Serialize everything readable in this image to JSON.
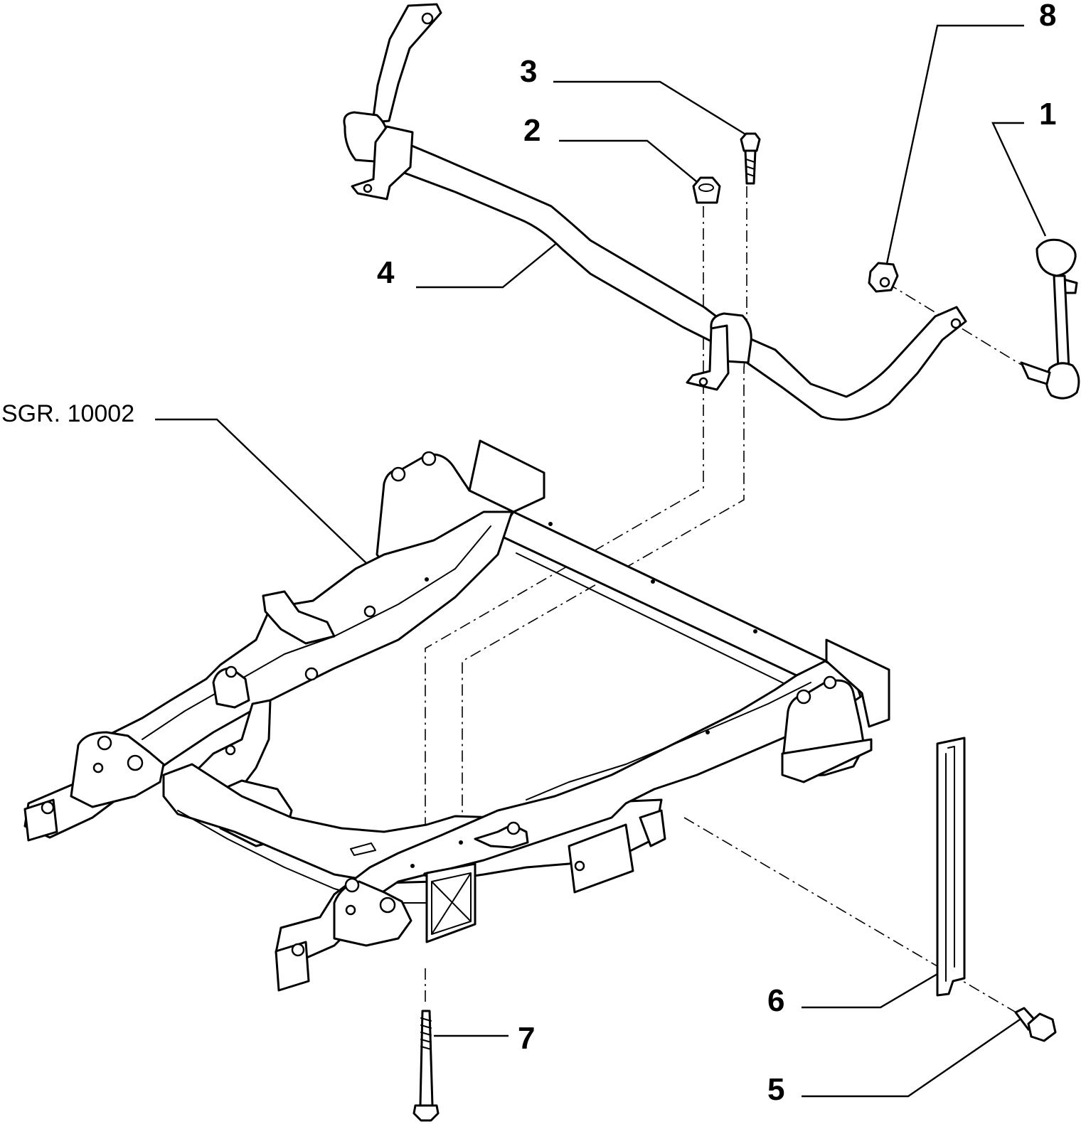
{
  "diagram": {
    "reference": "SGR. 10002",
    "callouts": [
      {
        "id": "1",
        "text": "1"
      },
      {
        "id": "2",
        "text": "2"
      },
      {
        "id": "3",
        "text": "3"
      },
      {
        "id": "4",
        "text": "4"
      },
      {
        "id": "5",
        "text": "5"
      },
      {
        "id": "6",
        "text": "6"
      },
      {
        "id": "7",
        "text": "7"
      },
      {
        "id": "8",
        "text": "8"
      }
    ]
  }
}
